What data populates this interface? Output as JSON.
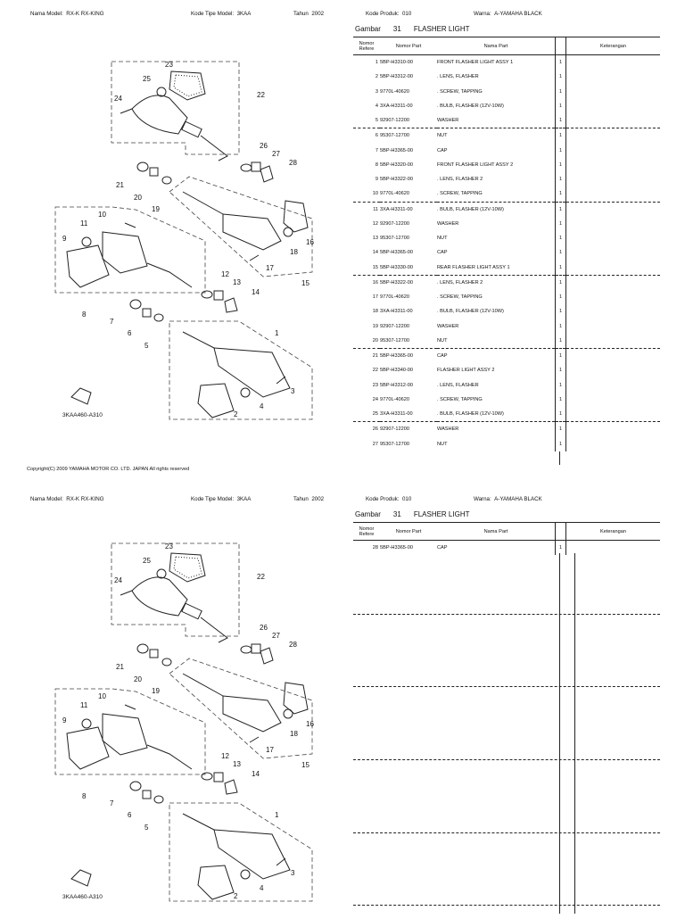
{
  "pages": [
    {
      "header": {
        "model_label": "Nama Model:",
        "model_value": "RX-K RX-KING",
        "type_label": "Kode Tipe Model:",
        "type_value": "3KAA",
        "year_label": "Tahun",
        "year_value": "2002",
        "product_label": "Kode Produk:",
        "product_value": "010",
        "color_label": "Warna:",
        "color_value": "A-YAMAHA BLACK"
      },
      "figure": {
        "label": "Gambar",
        "number": "31",
        "title": "FLASHER LIGHT"
      },
      "columns": {
        "ref_line1": "Nomor",
        "ref_line2": "Refere",
        "part_no": "Nomor Part",
        "part_name": "Nama Part",
        "remarks": "Keterangan"
      },
      "rows": [
        {
          "ref": "1",
          "part_no": "5BP-H3310-00",
          "name": "FRONT FLASHER LIGHT ASSY 1",
          "qty": "1"
        },
        {
          "ref": "2",
          "part_no": "5BP-H3312-00",
          "name": ". LENS, FLASHER",
          "qty": "1"
        },
        {
          "ref": "3",
          "part_no": "9770L-40620",
          "name": ". SCREW, TAPPING",
          "qty": "1"
        },
        {
          "ref": "4",
          "part_no": "3XA-H3311-00",
          "name": ". BULB, FLASHER (12V-10W)",
          "qty": "1"
        },
        {
          "ref": "5",
          "part_no": "92907-12200",
          "name": "WASHER",
          "qty": "1"
        },
        {
          "ref": "6",
          "part_no": "95307-12700",
          "name": "NUT",
          "qty": "1"
        },
        {
          "ref": "7",
          "part_no": "5BP-H3365-00",
          "name": "CAP",
          "qty": "1"
        },
        {
          "ref": "8",
          "part_no": "5BP-H3320-00",
          "name": "FRONT FLASHER LIGHT ASSY 2",
          "qty": "1"
        },
        {
          "ref": "9",
          "part_no": "5BP-H3322-00",
          "name": ". LENS, FLASHER 2",
          "qty": "1"
        },
        {
          "ref": "10",
          "part_no": "9770L-40620",
          "name": ". SCREW, TAPPING",
          "qty": "1"
        },
        {
          "ref": "11",
          "part_no": "3XA-H3311-00",
          "name": ". BULB, FLASHER (12V-10W)",
          "qty": "1"
        },
        {
          "ref": "12",
          "part_no": "92907-12200",
          "name": "WASHER",
          "qty": "1"
        },
        {
          "ref": "13",
          "part_no": "95307-12700",
          "name": "NUT",
          "qty": "1"
        },
        {
          "ref": "14",
          "part_no": "5BP-H3365-00",
          "name": "CAP",
          "qty": "1"
        },
        {
          "ref": "15",
          "part_no": "5BP-H3330-00",
          "name": "REAR FLASHER LIGHT ASSY 1",
          "qty": "1"
        },
        {
          "ref": "16",
          "part_no": "5BP-H3322-00",
          "name": ". LENS, FLASHER 2",
          "qty": "1"
        },
        {
          "ref": "17",
          "part_no": "9770L-40620",
          "name": ". SCREW, TAPPING",
          "qty": "1"
        },
        {
          "ref": "18",
          "part_no": "3XA-H3311-00",
          "name": ". BULB, FLASHER (12V-10W)",
          "qty": "1"
        },
        {
          "ref": "19",
          "part_no": "92907-12200",
          "name": "WASHER",
          "qty": "1"
        },
        {
          "ref": "20",
          "part_no": "95307-12700",
          "name": "NUT",
          "qty": "1"
        },
        {
          "ref": "21",
          "part_no": "5BP-H3365-00",
          "name": "CAP",
          "qty": "1"
        },
        {
          "ref": "22",
          "part_no": "5BP-H3340-00",
          "name": "FLASHER LIGHT ASSY 2",
          "qty": "1"
        },
        {
          "ref": "23",
          "part_no": "5BP-H3312-00",
          "name": ". LENS, FLASHER",
          "qty": "1"
        },
        {
          "ref": "24",
          "part_no": "9770L-40620",
          "name": ". SCREW, TAPPING",
          "qty": "1"
        },
        {
          "ref": "25",
          "part_no": "3XA-H3311-00",
          "name": ". BULB, FLASHER (12V-10W)",
          "qty": "1"
        },
        {
          "ref": "26",
          "part_no": "92907-12200",
          "name": "WASHER",
          "qty": "1"
        },
        {
          "ref": "27",
          "part_no": "95307-12700",
          "name": "NUT",
          "qty": "1"
        }
      ],
      "diagram_code": "3KAA460-A310",
      "copyright": "Copyright(C) 2009 YAMAHA MOTOR CO. LTD. JAPAN All rights reserved"
    },
    {
      "header": {
        "model_label": "Nama Model:",
        "model_value": "RX-K RX-KING",
        "type_label": "Kode Tipe Model:",
        "type_value": "3KAA",
        "year_label": "Tahun",
        "year_value": "2002",
        "product_label": "Kode Produk:",
        "product_value": "010",
        "color_label": "Warna:",
        "color_value": "A-YAMAHA BLACK"
      },
      "figure": {
        "label": "Gambar",
        "number": "31",
        "title": "FLASHER LIGHT"
      },
      "columns": {
        "ref_line1": "Nomor",
        "ref_line2": "Refere",
        "part_no": "Nomor Part",
        "part_name": "Nama Part",
        "remarks": "Keterangan"
      },
      "rows": [
        {
          "ref": "28",
          "part_no": "5BP-H3365-00",
          "name": "CAP",
          "qty": "1"
        }
      ],
      "diagram_code": "3KAA460-A310"
    }
  ],
  "diagram_callouts": [
    "1",
    "2",
    "3",
    "4",
    "5",
    "6",
    "7",
    "8",
    "9",
    "10",
    "11",
    "12",
    "13",
    "14",
    "15",
    "16",
    "17",
    "18",
    "19",
    "20",
    "21",
    "22",
    "23",
    "24",
    "25",
    "26",
    "27",
    "28"
  ],
  "diagram_icons": [
    "front-arrow-icon"
  ]
}
